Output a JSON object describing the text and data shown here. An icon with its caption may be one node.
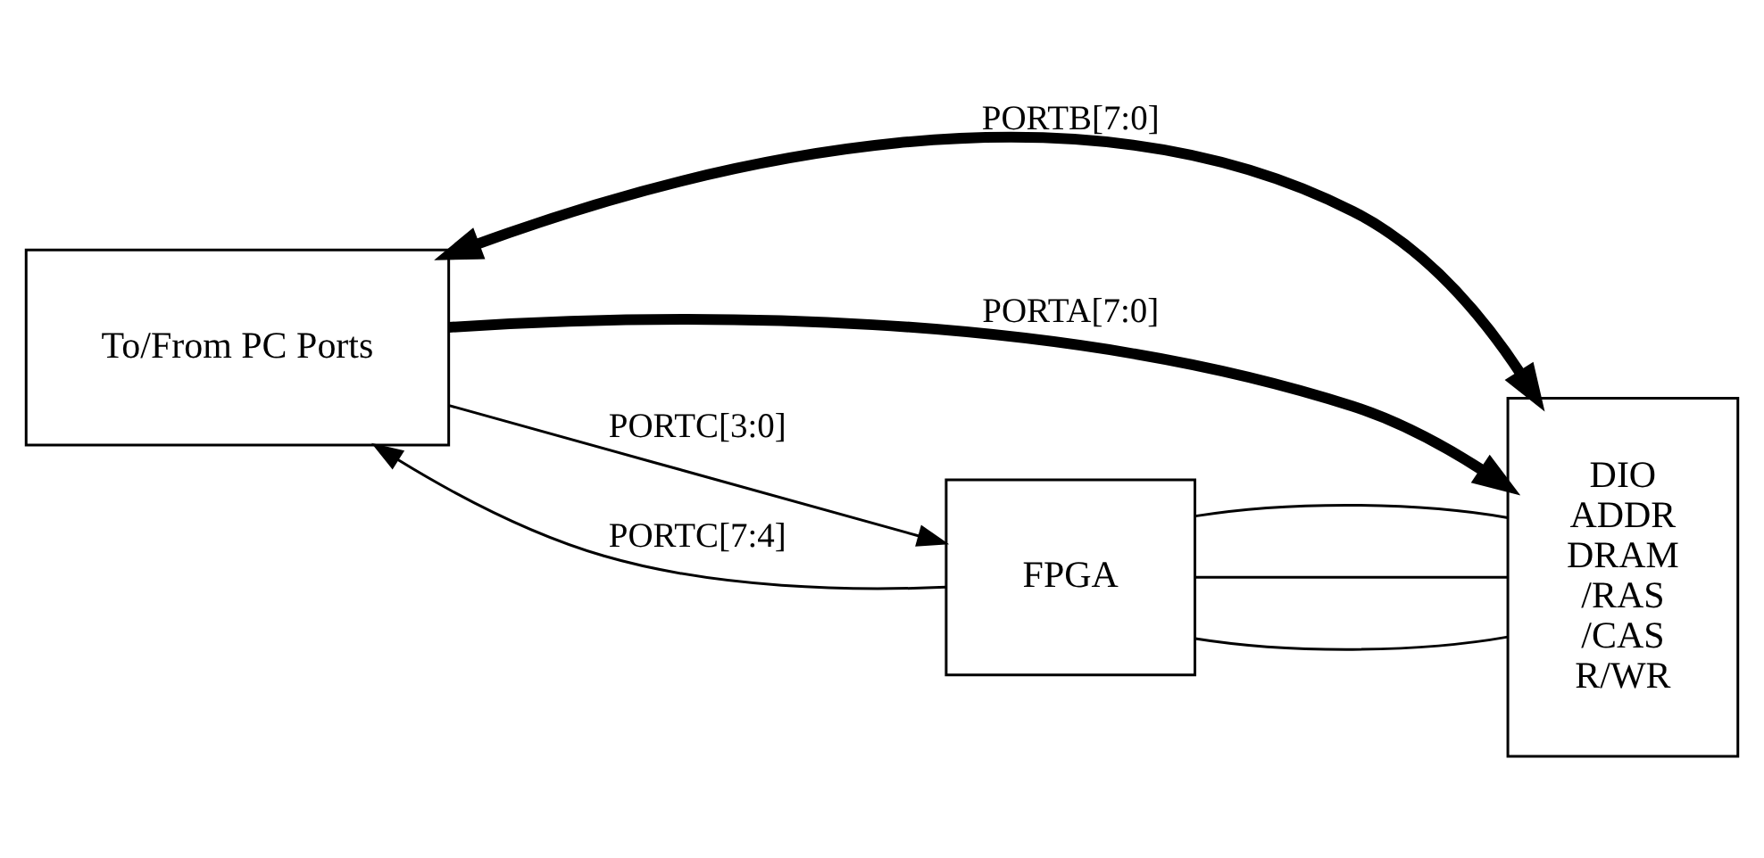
{
  "diagram": {
    "nodes": [
      {
        "text": [
          "To/From PC Ports"
        ]
      },
      {
        "text": [
          "DIO",
          "ADDR",
          "DRAM",
          "/RAS",
          "/CAS",
          "R/WR"
        ]
      },
      {
        "text": [
          "FPGA"
        ]
      }
    ],
    "edges": [
      {
        "from": 0,
        "to": 1,
        "arrow": "both",
        "label": "PORTB[7:0]",
        "style": "thick"
      },
      {
        "from": 0,
        "to": 1,
        "arrow": "to",
        "label": "PORTA[7:0]",
        "style": "thick"
      },
      {
        "from": 2,
        "to": 0,
        "arrow": "to",
        "label": "PORTC[7:4]"
      },
      {
        "from": 0,
        "to": 2,
        "arrow": "to",
        "label": "PORTC[3:0]"
      },
      {
        "from": 2,
        "to": 1,
        "arrow": "none"
      },
      {
        "from": 2,
        "to": 1,
        "arrow": "none"
      },
      {
        "from": 2,
        "to": 1,
        "arrow": "none"
      }
    ]
  }
}
